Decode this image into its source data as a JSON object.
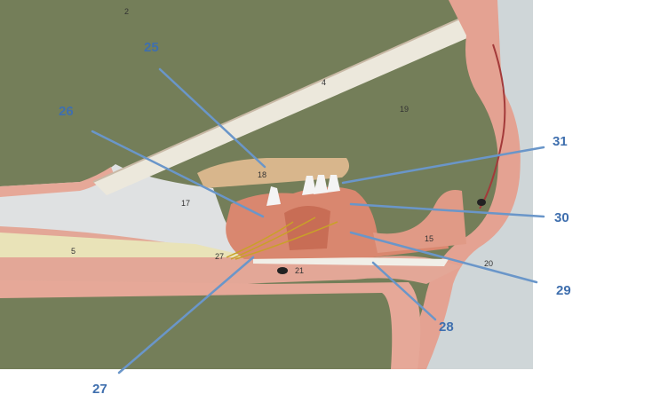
{
  "labels": {
    "l25": "25",
    "l26": "26",
    "l27": "27",
    "l28": "28",
    "l29": "29",
    "l30": "30",
    "l31": "31"
  },
  "model_numbers": {
    "n2": "2",
    "n4": "4",
    "n5": "5",
    "n17": "17",
    "n18": "18",
    "n19": "19",
    "n20": "20",
    "n21": "21",
    "n27": "27",
    "n15": "15"
  },
  "colors": {
    "board": "#6f7a55",
    "tissue_pink": "#e2a394",
    "membrane_cream": "#ece7d6",
    "tectorial_tan": "#d8b68c",
    "leader": "#6a96c9",
    "label_blue": "#3f6fae"
  }
}
